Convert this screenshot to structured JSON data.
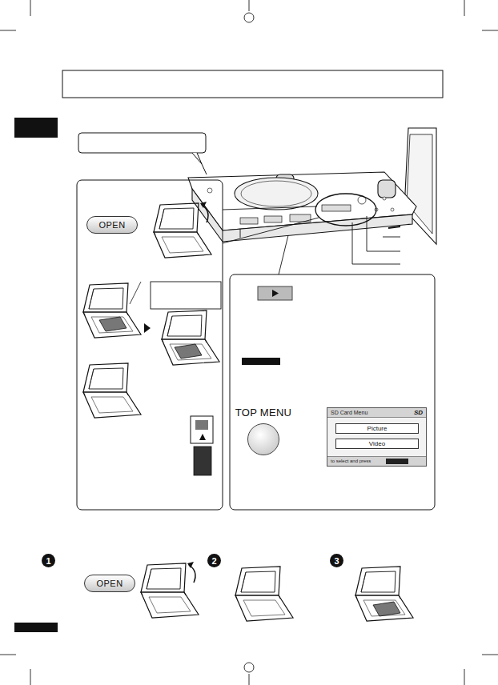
{
  "diagram": {
    "nodes": [
      {
        "text": [
          "OPEN"
        ]
      },
      {
        "text": [
          "TOP MENU"
        ]
      },
      {
        "text": [
          "SD Card Menu",
          "SD",
          "to select and press"
        ]
      },
      {
        "text": [
          "Picture"
        ],
        "in": 2
      },
      {
        "text": [
          "Video"
        ],
        "in": 2
      },
      {
        "text": [
          "OPEN"
        ]
      }
    ],
    "labels": [
      "1",
      "2",
      "3"
    ]
  }
}
